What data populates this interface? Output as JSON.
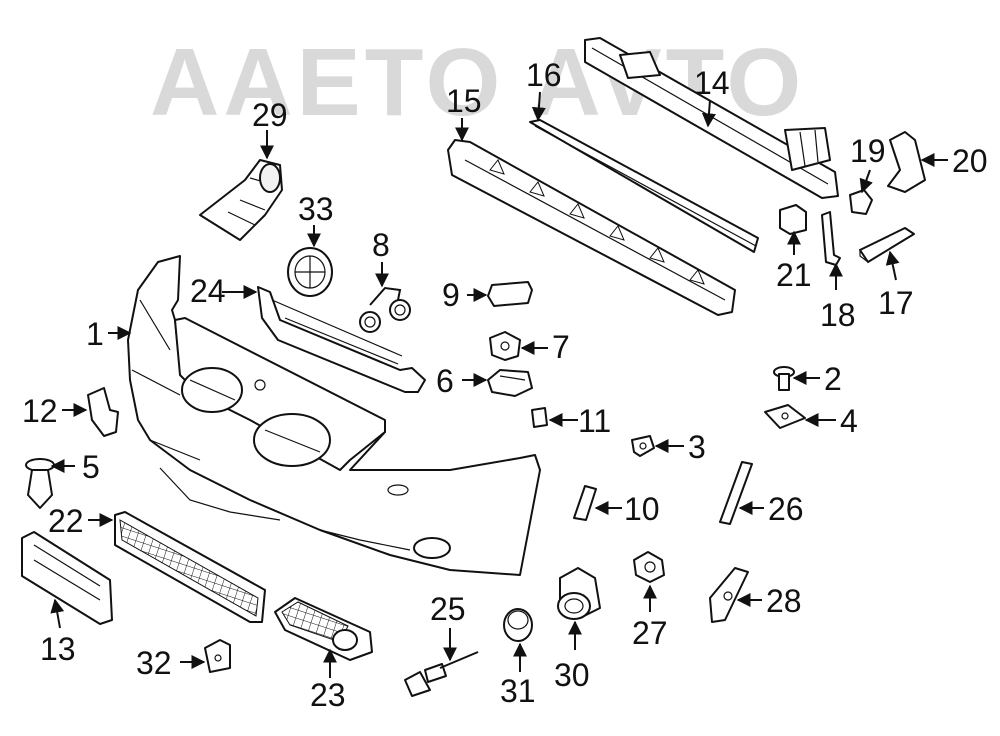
{
  "watermark": "AAETO AVTO",
  "accent_colors": {
    "line": "#111111",
    "watermark": "#d9d9d9",
    "background": "#ffffff"
  },
  "callouts": [
    {
      "id": "1",
      "label": "1"
    },
    {
      "id": "2",
      "label": "2"
    },
    {
      "id": "3",
      "label": "3"
    },
    {
      "id": "4",
      "label": "4"
    },
    {
      "id": "5",
      "label": "5"
    },
    {
      "id": "6",
      "label": "6"
    },
    {
      "id": "7",
      "label": "7"
    },
    {
      "id": "8",
      "label": "8"
    },
    {
      "id": "9",
      "label": "9"
    },
    {
      "id": "10",
      "label": "10"
    },
    {
      "id": "11",
      "label": "11"
    },
    {
      "id": "12",
      "label": "12"
    },
    {
      "id": "13",
      "label": "13"
    },
    {
      "id": "14",
      "label": "14"
    },
    {
      "id": "15",
      "label": "15"
    },
    {
      "id": "16",
      "label": "16"
    },
    {
      "id": "17",
      "label": "17"
    },
    {
      "id": "18",
      "label": "18"
    },
    {
      "id": "19",
      "label": "19"
    },
    {
      "id": "20",
      "label": "20"
    },
    {
      "id": "21",
      "label": "21"
    },
    {
      "id": "22",
      "label": "22"
    },
    {
      "id": "23",
      "label": "23"
    },
    {
      "id": "24",
      "label": "24"
    },
    {
      "id": "25",
      "label": "25"
    },
    {
      "id": "26",
      "label": "26"
    },
    {
      "id": "27",
      "label": "27"
    },
    {
      "id": "28",
      "label": "28"
    },
    {
      "id": "29",
      "label": "29"
    },
    {
      "id": "30",
      "label": "30"
    },
    {
      "id": "31",
      "label": "31"
    },
    {
      "id": "32",
      "label": "32"
    },
    {
      "id": "33",
      "label": "33"
    }
  ]
}
